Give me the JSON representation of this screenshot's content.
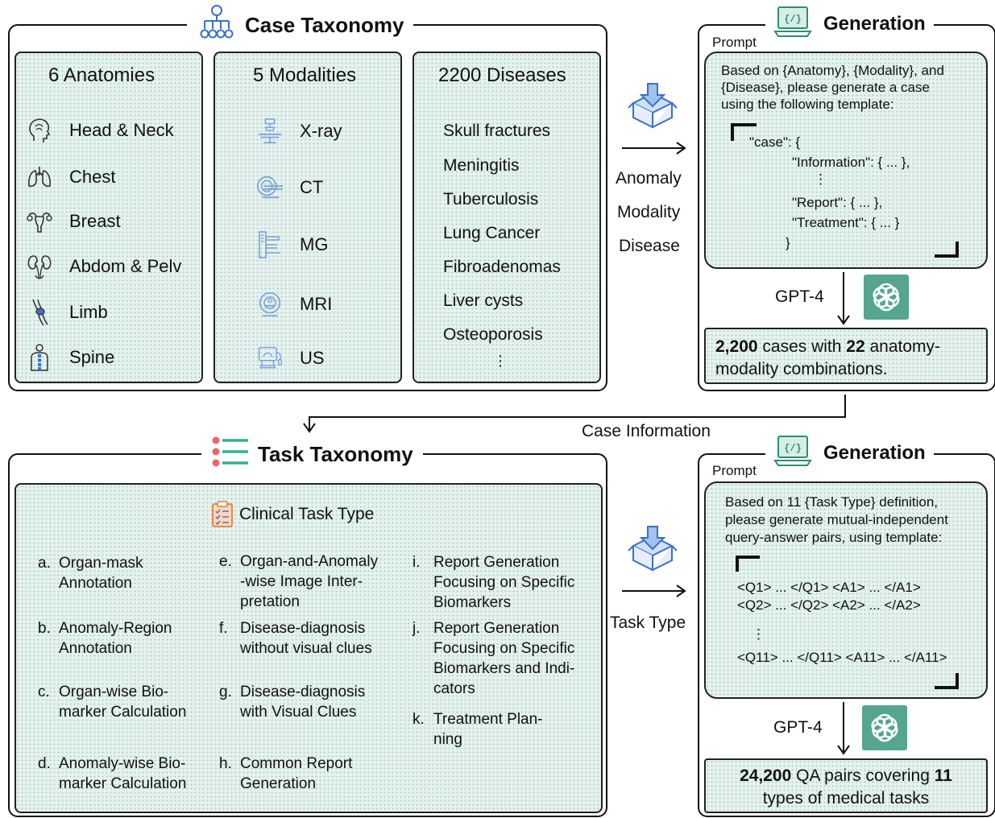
{
  "case_taxonomy": {
    "title": "Case Taxonomy",
    "anatomies": {
      "title": "6 Anatomies",
      "items": [
        {
          "label": "Head & Neck",
          "icon": "head-icon"
        },
        {
          "label": "Chest",
          "icon": "lungs-icon"
        },
        {
          "label": "Breast",
          "icon": "uterus-icon"
        },
        {
          "label": "Abdom & Pelv",
          "icon": "kidneys-icon"
        },
        {
          "label": "Limb",
          "icon": "knee-icon"
        },
        {
          "label": "Spine",
          "icon": "body-spine-icon"
        }
      ]
    },
    "modalities": {
      "title": "5 Modalities",
      "items": [
        {
          "label": "X-ray",
          "icon": "xray-machine-icon"
        },
        {
          "label": "CT",
          "icon": "ct-scanner-icon"
        },
        {
          "label": "MG",
          "icon": "mammography-icon"
        },
        {
          "label": "MRI",
          "icon": "mri-scanner-icon"
        },
        {
          "label": "US",
          "icon": "ultrasound-icon"
        }
      ]
    },
    "diseases": {
      "title": "2200 Diseases",
      "items": [
        "Skull fractures",
        "Meningitis",
        "Tuberculosis",
        "Lung Cancer",
        "Fibroadenomas",
        "Liver cysts",
        "Osteoporosis"
      ],
      "more": "⋮"
    }
  },
  "flow_top": {
    "labels": [
      "Anomaly",
      "Modality",
      "Disease"
    ]
  },
  "generation_top": {
    "title": "Generation",
    "prompt_label": "Prompt",
    "prompt_text": [
      "Based on {Anatomy}, {Modality}, and",
      "{Disease}, please generate a case",
      "using the following template:"
    ],
    "template": {
      "case": "\"case\": {",
      "information": "\"Information\": { ... },",
      "dots": "⋮",
      "report": "\"Report\": { ... },",
      "treatment": "\"Treatment\": { ... }",
      "close": "}"
    },
    "model": "GPT-4",
    "result": {
      "bold1": "2,200",
      "text1": " cases with ",
      "bold2": "22",
      "text2": " anatomy-",
      "line2": "modality combinations."
    }
  },
  "connector": {
    "label": "Case Information"
  },
  "task_taxonomy": {
    "title": "Task Taxonomy",
    "subtitle": "Clinical Task Type",
    "tasks": [
      {
        "label": "a.",
        "text": "Organ-mask\nAnnotation"
      },
      {
        "label": "b.",
        "text": "Anomaly-Region\nAnnotation"
      },
      {
        "label": "c.",
        "text": "Organ-wise Bio-\nmarker Calculation"
      },
      {
        "label": "d.",
        "text": "Anomaly-wise Bio-\nmarker Calculation"
      },
      {
        "label": "e.",
        "text": "Organ-and-Anomaly\n-wise Image Inter-\npretation"
      },
      {
        "label": "f.",
        "text": "Disease-diagnosis\nwithout visual clues"
      },
      {
        "label": "g.",
        "text": "Disease-diagnosis\nwith Visual Clues"
      },
      {
        "label": "h.",
        "text": "Common Report\nGeneration"
      },
      {
        "label": "i.",
        "text": "Report Generation\nFocusing on Specific\nBiomarkers"
      },
      {
        "label": "j.",
        "text": "Report Generation\nFocusing on Specific\nBiomarkers and Indi-\ncators"
      },
      {
        "label": "k.",
        "text": "Treatment Plan-\nning"
      }
    ]
  },
  "flow_bottom": {
    "label": "Task Type"
  },
  "generation_bottom": {
    "title": "Generation",
    "prompt_label": "Prompt",
    "prompt_text": [
      "Based on 11 {Task Type} definition,",
      "please generate mutual-independent",
      "query-answer pairs, using template:"
    ],
    "template": {
      "q1": "<Q1> ... </Q1> <A1> ... </A1>",
      "q2": "<Q2> ... </Q2> <A2> ... </A2>",
      "dots": "⋮",
      "q11": "<Q11> ... </Q11> <A11> ... </A11>"
    },
    "model": "GPT-4",
    "result": {
      "bold1": "24,200",
      "text1": " QA pairs covering ",
      "bold2": "11",
      "line2": "types of medical tasks"
    }
  }
}
